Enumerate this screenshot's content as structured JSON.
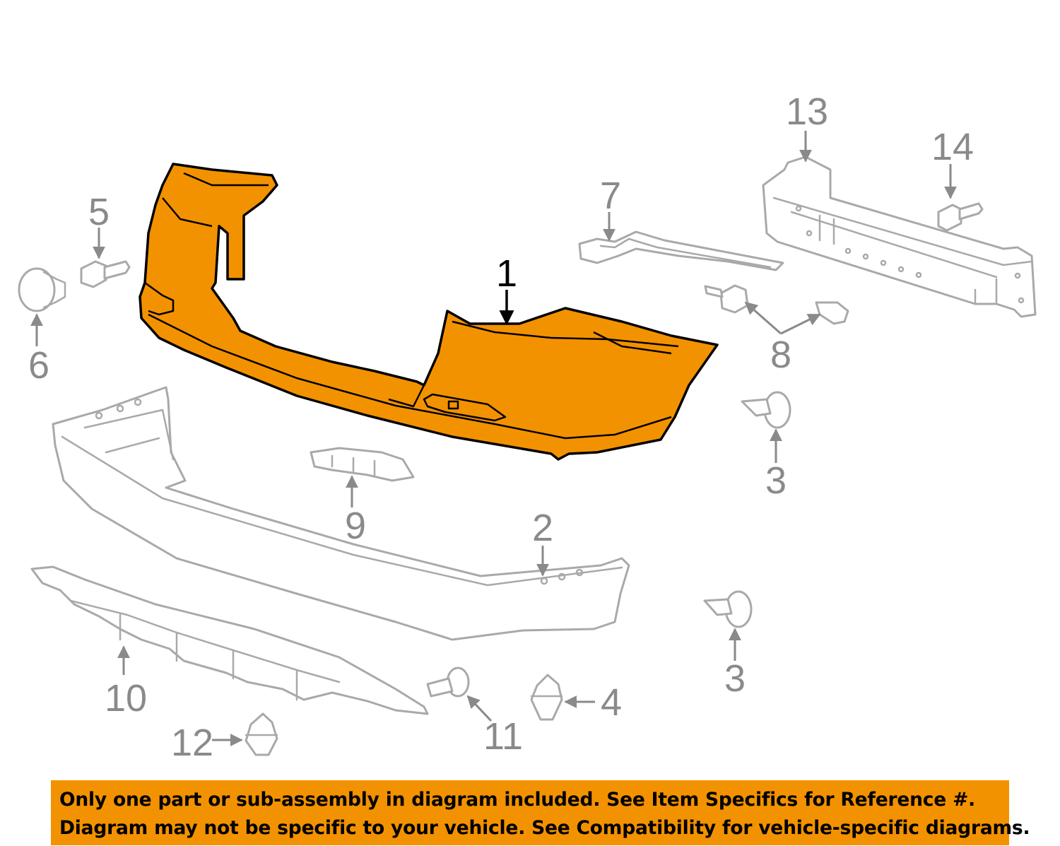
{
  "callouts": {
    "c1": "1",
    "c2": "2",
    "c3a": "3",
    "c3b": "3",
    "c4": "4",
    "c5": "5",
    "c6": "6",
    "c7": "7",
    "c8": "8",
    "c9": "9",
    "c10": "10",
    "c11": "11",
    "c12": "12",
    "c13": "13",
    "c14": "14"
  },
  "colors": {
    "highlight": "#f39200",
    "line": "#a9a9a9",
    "callout_text": "#8a8a8a",
    "banner": "#f39200"
  },
  "disclaimer": {
    "line1": "Only one part or sub-assembly in diagram included. See Item Specifics for Reference #.",
    "line2": "Diagram may not be specific to your vehicle. See Compatibility for vehicle-specific diagrams."
  }
}
